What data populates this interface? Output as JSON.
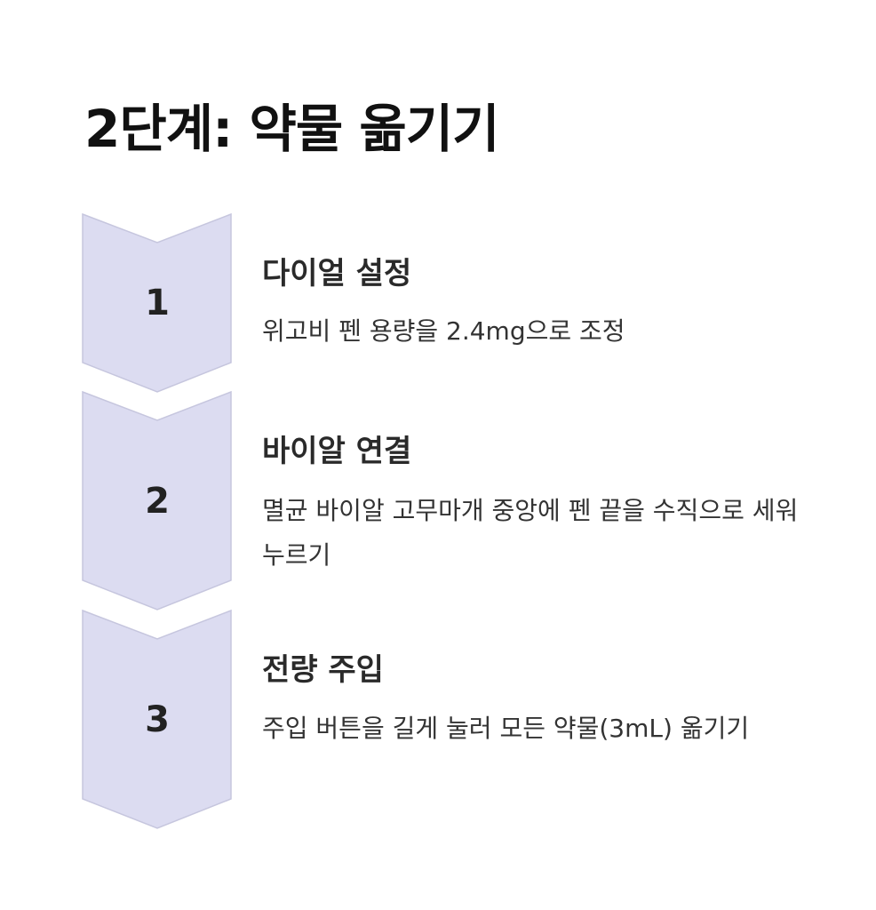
{
  "title": "2단계: 약물 옮기기",
  "colors": {
    "chevron_fill": "#dcdcf1",
    "chevron_stroke": "#c6c6de"
  },
  "steps": [
    {
      "number": "1",
      "heading": "다이얼 설정",
      "description": "위고비 펜 용량을 2.4mg으로 조정"
    },
    {
      "number": "2",
      "heading": "바이알 연결",
      "description": "멸균 바이알 고무마개 중앙에 펜 끝을 수직으로 세워 누르기"
    },
    {
      "number": "3",
      "heading": "전량 주입",
      "description": "주입 버튼을 길게 눌러 모든 약물(3mL) 옮기기"
    }
  ]
}
